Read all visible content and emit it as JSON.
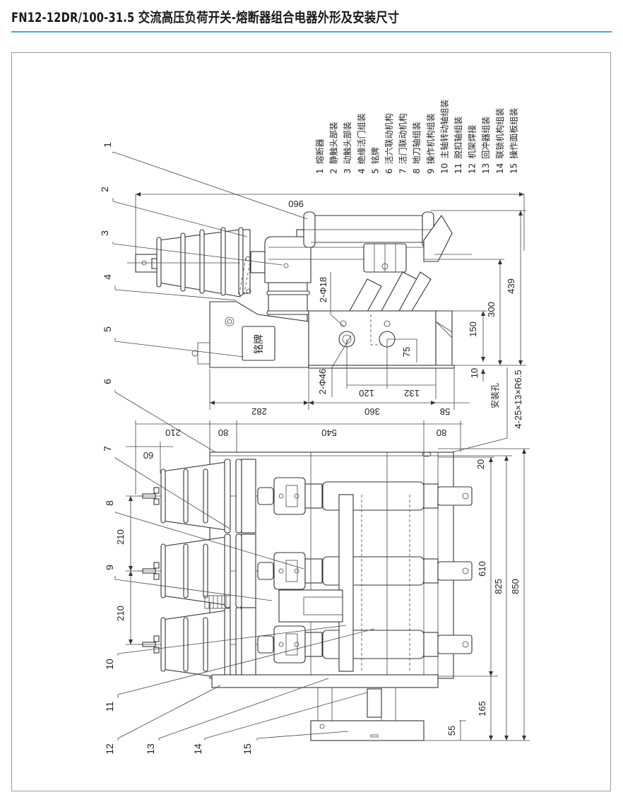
{
  "header": {
    "title": "FN12-12DR/100-31.5 交流高压负荷开关-熔断器组合电器外形及安装尺寸",
    "accent_color": "#3fa9e8"
  },
  "legend": {
    "items": [
      {
        "num": "1",
        "name": "熔断器"
      },
      {
        "num": "2",
        "name": "静触头部装"
      },
      {
        "num": "3",
        "name": "动触头部装"
      },
      {
        "num": "4",
        "name": "绝缘活门组装"
      },
      {
        "num": "5",
        "name": "铭牌"
      },
      {
        "num": "6",
        "name": "活六联动机构"
      },
      {
        "num": "7",
        "name": "活门联动机构"
      },
      {
        "num": "8",
        "name": "地刀轴组装"
      },
      {
        "num": "9",
        "name": "操作机构组装"
      },
      {
        "num": "10",
        "name": "主轴转动轴组装"
      },
      {
        "num": "11",
        "name": "脱扣轴组装"
      },
      {
        "num": "12",
        "name": "机架焊接"
      },
      {
        "num": "13",
        "name": "回冲器组装"
      },
      {
        "num": "14",
        "name": "联锁机构组装"
      },
      {
        "num": "15",
        "name": "操作面板组装"
      }
    ]
  },
  "side_view": {
    "nameplate": "铭牌",
    "dims": {
      "overall_length": "960",
      "height_total": "439",
      "height_frame": "300",
      "height_shaft": "150",
      "shaft_offset": "75",
      "base_thickness": "10",
      "hole_small": "2-Φ18",
      "hole_large": "2-Φ46",
      "spacing_a": "120",
      "spacing_b": "132",
      "left_section": "282",
      "mid_section": "360",
      "right_section": "58",
      "mount_hole_label": "安装孔",
      "mount_hole_spec": "4-25×13×R6.5"
    }
  },
  "top_view": {
    "dims": {
      "fuse_length": "210",
      "offset_left": "80",
      "width_main": "540",
      "offset_right": "80",
      "terminal": "60",
      "phase_pitch_1": "210",
      "phase_pitch_2": "210",
      "top_offset": "20",
      "phase_span": "610",
      "frame_depth": "825",
      "overall_depth": "850",
      "panel_offset": "165",
      "panel_height": "55"
    }
  },
  "callouts": [
    "1",
    "2",
    "3",
    "4",
    "5",
    "6",
    "7",
    "8",
    "9",
    "10",
    "11",
    "12",
    "13",
    "14",
    "15"
  ]
}
